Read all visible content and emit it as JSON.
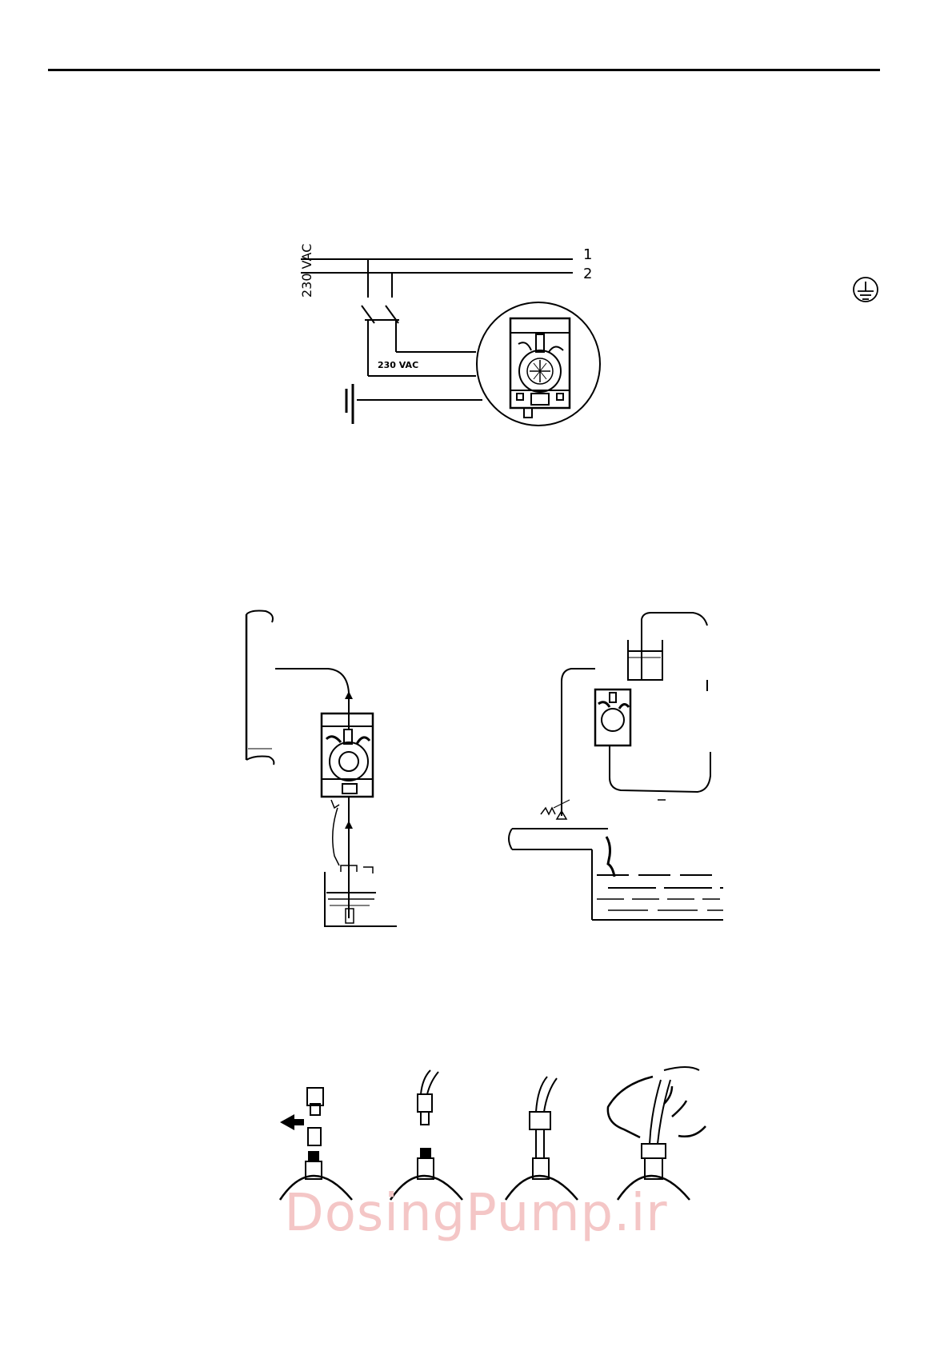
{
  "wiring": {
    "supply_voltage": "230 VAC",
    "line_1": "1",
    "line_2": "2",
    "pump_label": "230 VAC"
  },
  "icons": {
    "ground": "earth-ground-icon",
    "protective_earth": "protective-earth-icon"
  },
  "watermark": {
    "text": "DosingPump.ir",
    "color": "#f4c6c6"
  }
}
